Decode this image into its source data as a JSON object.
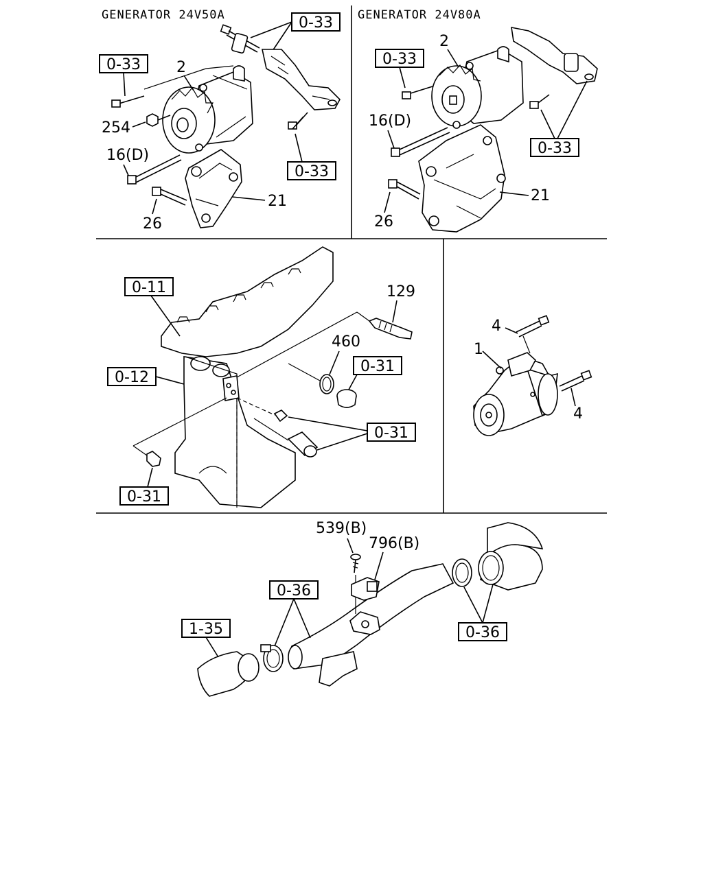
{
  "panels": {
    "gen50": {
      "title": "GENERATOR 24V50A",
      "ref_top": "0-33",
      "ref_left": "0-33",
      "ref_right": "0-33",
      "label_2": "2",
      "label_254": "254",
      "label_16d": "16(D)",
      "label_21": "21",
      "label_26": "26"
    },
    "gen80": {
      "title": "GENERATOR 24V80A",
      "ref_left": "0-33",
      "ref_right": "0-33",
      "label_2": "2",
      "label_16d": "16(D)",
      "label_21": "21",
      "label_26": "26"
    },
    "block": {
      "ref_011": "0-11",
      "ref_012": "0-12",
      "ref_031_a": "0-31",
      "ref_031_b": "0-31",
      "ref_031_c": "0-31",
      "label_129": "129",
      "label_460": "460"
    },
    "starter": {
      "label_1": "1",
      "label_4_top": "4",
      "label_4_right": "4"
    },
    "pipe": {
      "label_539b": "539(B)",
      "label_796b": "796(B)",
      "ref_036_left": "0-36",
      "ref_036_right": "0-36",
      "ref_135": "1-35"
    }
  }
}
